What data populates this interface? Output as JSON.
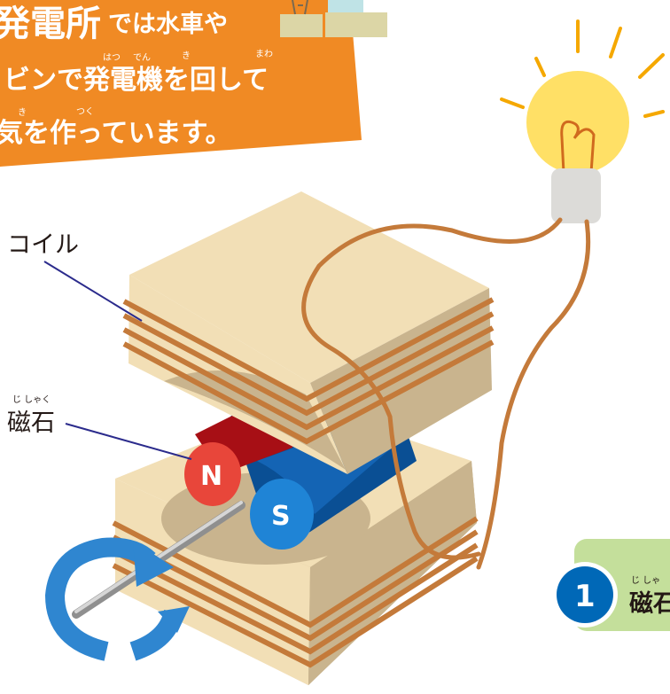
{
  "banner": {
    "line1_big": "発電所",
    "line1_rest": "では水車や",
    "line2": "ビンで発電機を回して",
    "line3": "気を作っています。",
    "ruby_hatsu": "はつ",
    "ruby_den": "でん",
    "ruby_ki": "き",
    "ruby_mawa": "まわ",
    "ruby_ki2": "き",
    "ruby_tsuku": "つく",
    "color": "#f08a24"
  },
  "labels": {
    "coil": "コイル",
    "magnet": "磁石",
    "magnet_ruby": "じ しゃく"
  },
  "magnet": {
    "north": "N",
    "south": "S",
    "north_color": "#c8141e",
    "south_color": "#1464b4"
  },
  "step": {
    "number": "1",
    "text": "磁石",
    "ruby": "じ しゃ",
    "box_color": "#c4df9b",
    "circle_color": "#0068b7"
  },
  "colors": {
    "core": "#f2dfb6",
    "core_side": "#c9b48e",
    "wire": "#c47a3a",
    "bulb": "#ffe066",
    "rotation_arrow": "#2f86d0"
  }
}
